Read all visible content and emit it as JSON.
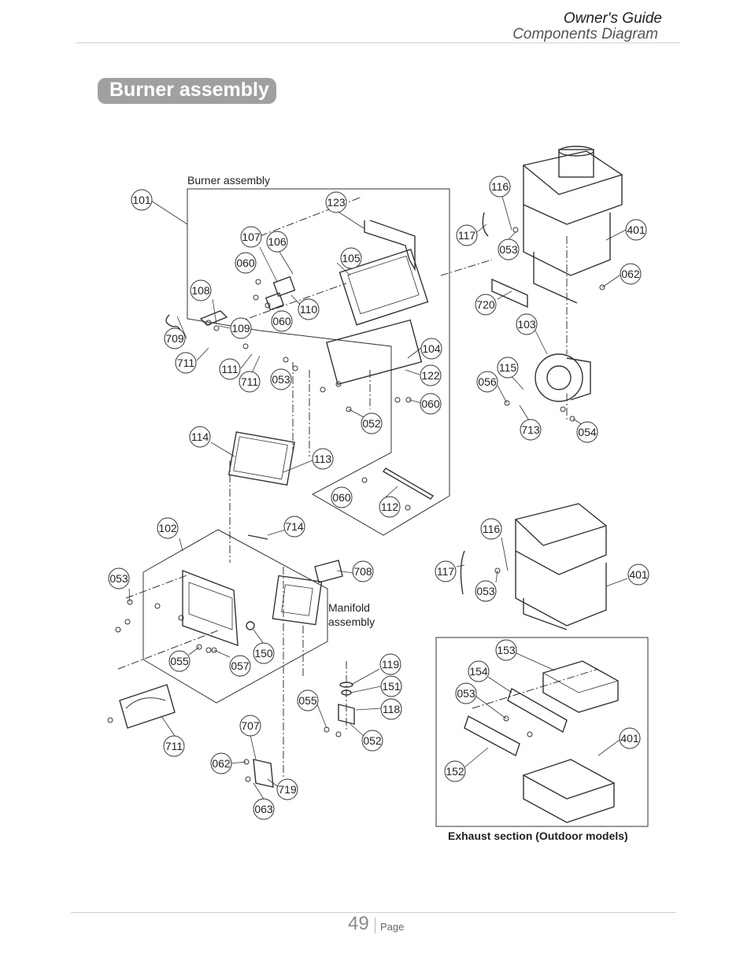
{
  "header": {
    "title": "Owner's Guide",
    "subtitle": "Components Diagram"
  },
  "section": {
    "title": "Burner assembly"
  },
  "diagram": {
    "burner_assembly_label": "Burner assembly",
    "manifold_label_line1": "Manifold",
    "manifold_label_line2": "assembly",
    "exhaust_caption": "Exhaust section (Outdoor models)",
    "part_numbers": [
      "101",
      "123",
      "107",
      "106",
      "060",
      "105",
      "108",
      "110",
      "060",
      "109",
      "709",
      "711",
      "111",
      "711",
      "053",
      "104",
      "122",
      "060",
      "052",
      "114",
      "113",
      "060",
      "112",
      "116",
      "117",
      "053",
      "401",
      "062",
      "720",
      "103",
      "115",
      "056",
      "713",
      "054",
      "102",
      "714",
      "053",
      "708",
      "150",
      "055",
      "057",
      "116",
      "117",
      "053",
      "401",
      "119",
      "151",
      "055",
      "118",
      "052",
      "711",
      "707",
      "062",
      "719",
      "063",
      "153",
      "154",
      "053",
      "401",
      "152"
    ]
  },
  "footer": {
    "page_number": "49",
    "page_label": "Page"
  }
}
